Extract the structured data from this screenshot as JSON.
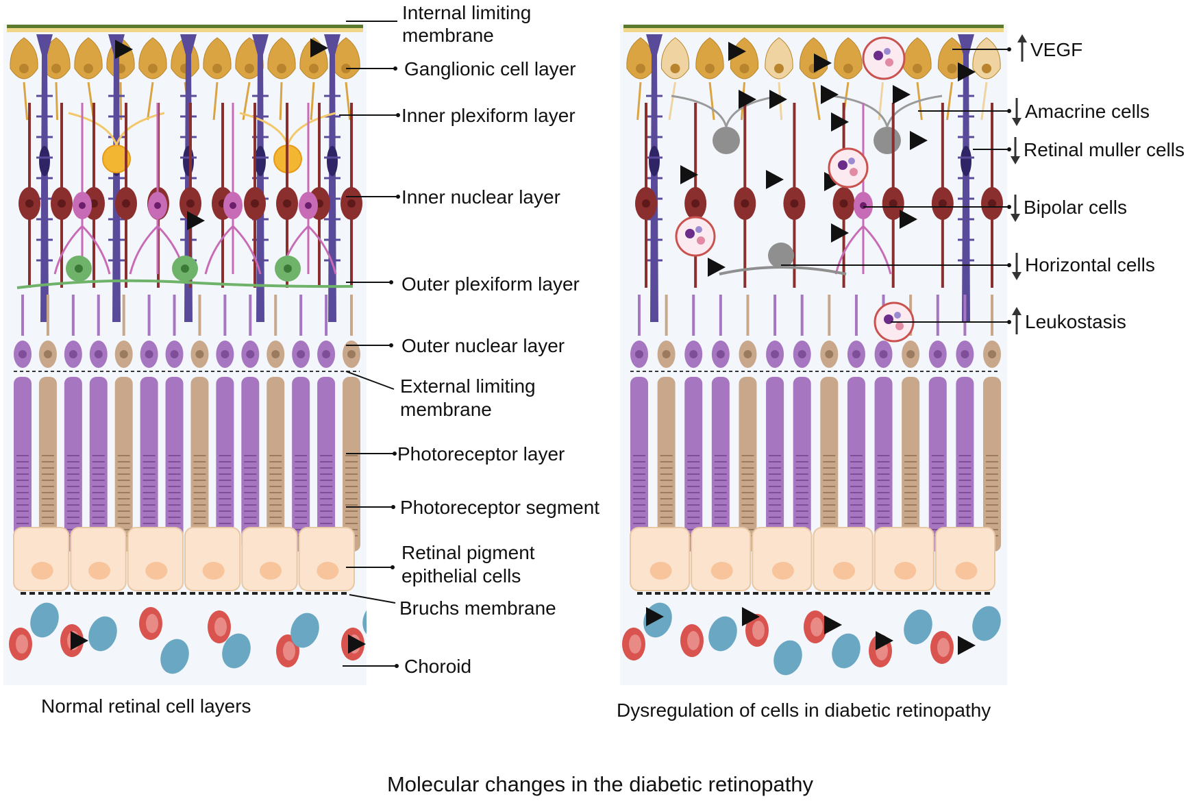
{
  "left_panel": {
    "caption": "Normal retinal cell layers",
    "labels": [
      {
        "id": "ilm",
        "lines": [
          "Internal limiting",
          "membrane"
        ]
      },
      {
        "id": "gcl",
        "lines": [
          "Ganglionic cell layer"
        ]
      },
      {
        "id": "ipl",
        "lines": [
          "Inner plexiform layer"
        ]
      },
      {
        "id": "inl",
        "lines": [
          "Inner nuclear layer"
        ]
      },
      {
        "id": "opl",
        "lines": [
          "Outer plexiform layer"
        ]
      },
      {
        "id": "onl",
        "lines": [
          "Outer nuclear layer"
        ]
      },
      {
        "id": "elm",
        "lines": [
          "External limiting",
          "membrane"
        ]
      },
      {
        "id": "prl",
        "lines": [
          "Photoreceptor layer"
        ]
      },
      {
        "id": "prs",
        "lines": [
          "Photoreceptor segment"
        ]
      },
      {
        "id": "rpe",
        "lines": [
          "Retinal pigment",
          "epithelial cells"
        ]
      },
      {
        "id": "bm",
        "lines": [
          "Bruchs membrane"
        ]
      },
      {
        "id": "ch",
        "lines": [
          "Choroid"
        ]
      }
    ]
  },
  "right_panel": {
    "caption": "Dysregulation of cells in diabetic retinopathy",
    "labels": [
      {
        "id": "vegf",
        "text": "VEGF",
        "trend": "up"
      },
      {
        "id": "amacrine",
        "text": "Amacrine cells",
        "trend": "down"
      },
      {
        "id": "muller",
        "text": "Retinal muller cells",
        "trend": "down"
      },
      {
        "id": "bipolar",
        "text": "Bipolar cells",
        "trend": "down"
      },
      {
        "id": "horizontal",
        "text": "Horizontal cells",
        "trend": "down"
      },
      {
        "id": "leuko",
        "text": "Leukostasis",
        "trend": "up"
      }
    ]
  },
  "footer_title": "Molecular changes in the diabetic retinopathy",
  "colors": {
    "ilm": "#5b7a2e",
    "ganglion": "#d9a441",
    "bipolar_body": "#8b2e2e",
    "muller": "#5a4a9a",
    "amacrine": "#f2b632",
    "bipolar_pink": "#c86bb6",
    "horizontal": "#6fb26a",
    "rod": "#a776c1",
    "cone": "#c8a78a",
    "rpe": "#fbe3cd",
    "rbc": "#d9534f",
    "wbc": "#6aa7c2",
    "grey_cell": "#8f8f8f",
    "arrowhead": "#111111"
  }
}
